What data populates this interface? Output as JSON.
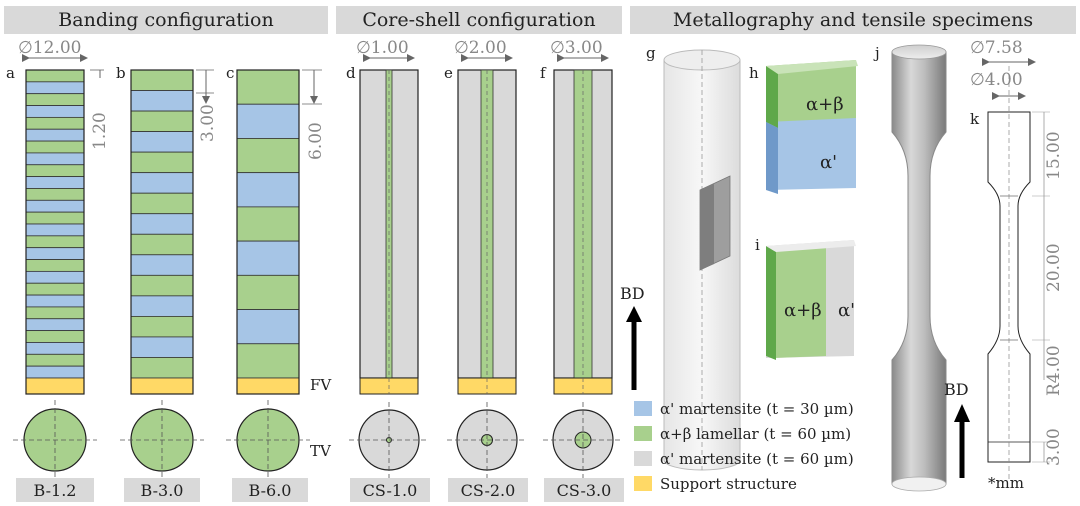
{
  "headers": {
    "banding": "Banding configuration",
    "coreshell": "Core-shell configuration",
    "metallography": "Metallography and tensile specimens"
  },
  "panel_letters": {
    "a": "a",
    "b": "b",
    "c": "c",
    "d": "d",
    "e": "e",
    "f": "f",
    "g": "g",
    "h": "h",
    "i": "i",
    "j": "j",
    "k": "k"
  },
  "specimen_names": {
    "b12": "B-1.2",
    "b30": "B-3.0",
    "b60": "B-6.0",
    "cs10": "CS-1.0",
    "cs20": "CS-2.0",
    "cs30": "CS-3.0"
  },
  "dimensions": {
    "dia_banding": "∅12.00",
    "band_12": "1.20",
    "band_30": "3.00",
    "band_60": "6.00",
    "dia_core_1": "∅1.00",
    "dia_core_2": "∅2.00",
    "dia_core_3": "∅3.00",
    "dia_grip": "∅7.58",
    "dia_gauge": "∅4.00",
    "len_15": "15.00",
    "len_20": "20.00",
    "radius": "R4.00",
    "len_3": "3.00",
    "unit": "*mm"
  },
  "view_labels": {
    "fv": "FV",
    "tv": "TV"
  },
  "build_direction": {
    "left": "BD",
    "right": "BD"
  },
  "phase_labels": {
    "h_top": "α+β",
    "h_bottom": "α'",
    "i_left": "α+β",
    "i_right": "α'"
  },
  "legend": [
    {
      "label": "α' martensite (t = 30 µm)",
      "color": "#a6c5e6"
    },
    {
      "label": "α+β lamellar (t = 60 µm)",
      "color": "#a8d08d"
    },
    {
      "label": "α' martensite (t = 60 µm)",
      "color": "#d9d9d9"
    },
    {
      "label": "Support structure",
      "color": "#ffd966"
    }
  ],
  "colors": {
    "alpha_prime_30": "#a6c5e6",
    "lamellar": "#a8d08d",
    "alpha_prime_60": "#d9d9d9",
    "support": "#ffd966",
    "header_bg": "#d9d9d9"
  }
}
